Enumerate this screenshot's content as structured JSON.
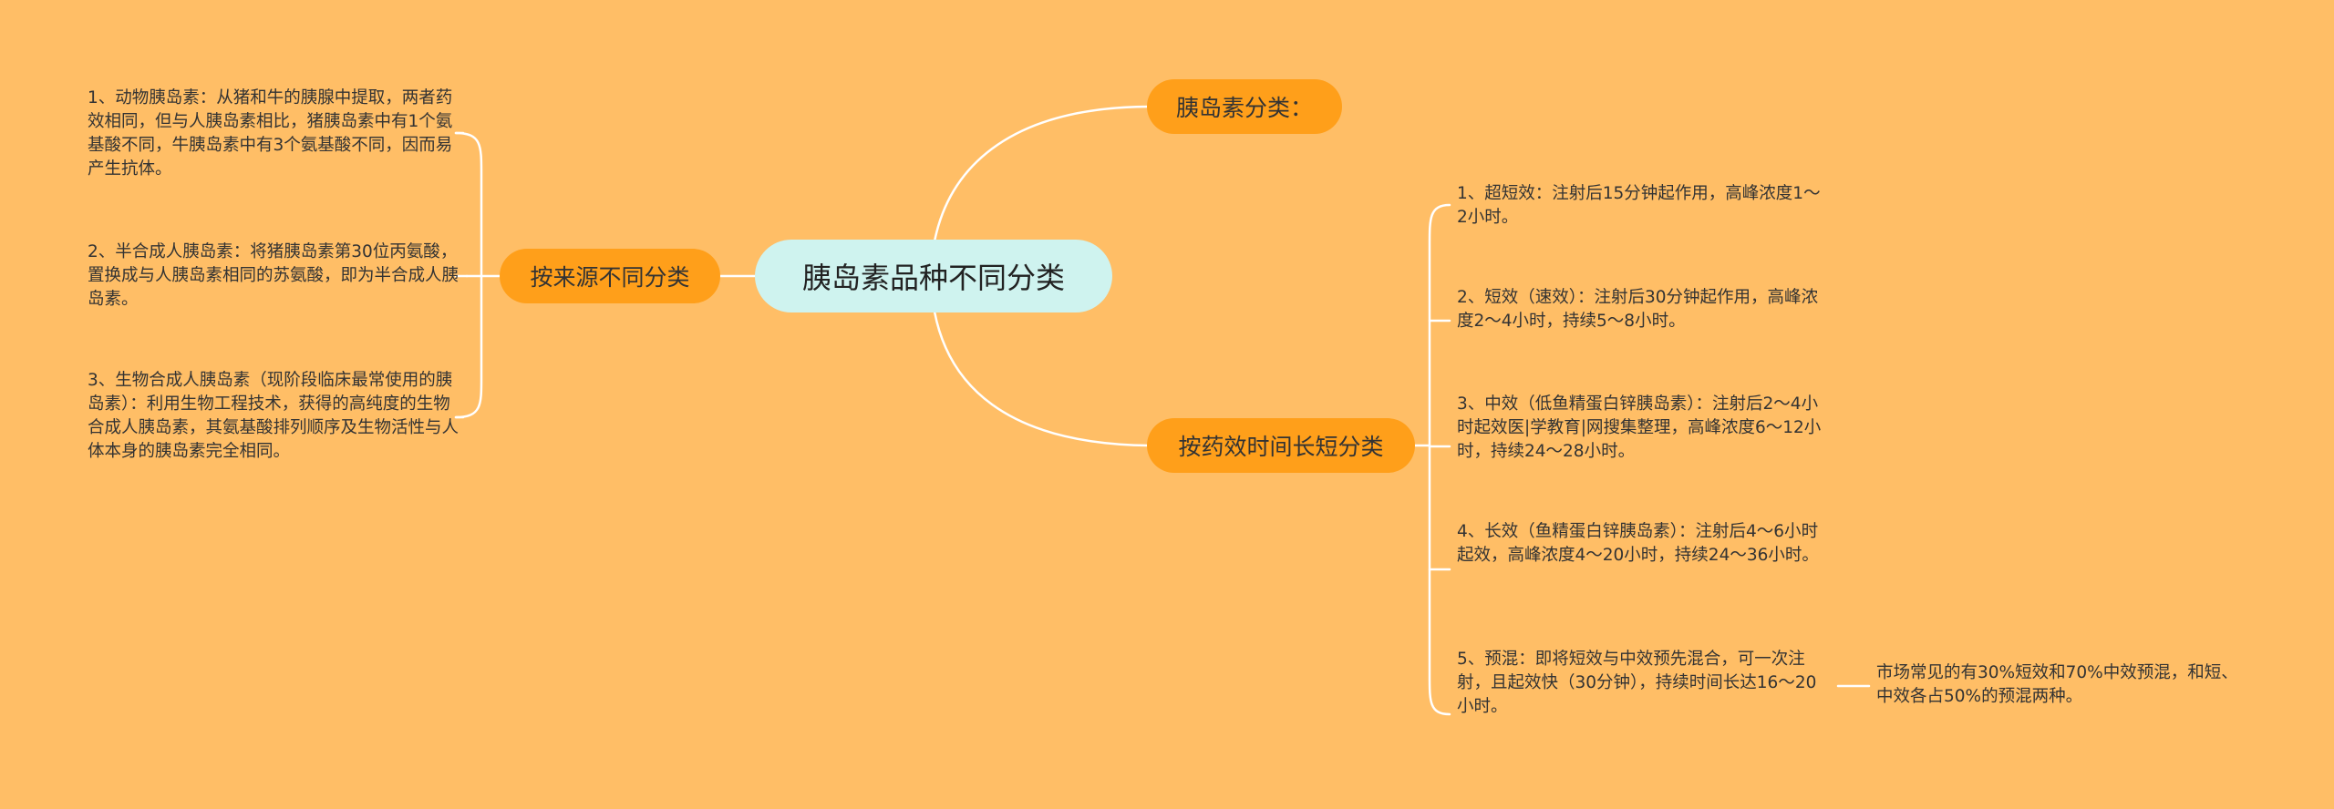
{
  "colors": {
    "background": "#FFBE66",
    "root_fill": "#CFF3EF",
    "branch_fill": "#FF9F1A",
    "line": "#FFFFFF"
  },
  "root": {
    "label": "胰岛素品种不同分类"
  },
  "branches": {
    "classification": {
      "label": "胰岛素分类："
    },
    "by_source": {
      "label": "按来源不同分类",
      "items": [
        "1、动物胰岛素：从猪和牛的胰腺中提取，两者药效相同，但与人胰岛素相比，猪胰岛素中有1个氨基酸不同，牛胰岛素中有3个氨基酸不同，因而易产生抗体。",
        "2、半合成人胰岛素：将猪胰岛素第30位丙氨酸，置换成与人胰岛素相同的苏氨酸，即为半合成人胰岛素。",
        "3、生物合成人胰岛素（现阶段临床最常使用的胰岛素）：利用生物工程技术，获得的高纯度的生物合成人胰岛素，其氨基酸排列顺序及生物活性与人体本身的胰岛素完全相同。"
      ]
    },
    "by_duration": {
      "label": "按药效时间长短分类",
      "items": [
        "1、超短效：注射后15分钟起作用，高峰浓度1～2小时。",
        "2、短效（速效）：注射后30分钟起作用，高峰浓度2～4小时，持续5～8小时。",
        "3、中效（低鱼精蛋白锌胰岛素）：注射后2～4小时起效医|学教育|网搜集整理，高峰浓度6～12小时，持续24～28小时。",
        "4、长效（鱼精蛋白锌胰岛素）：注射后4～6小时起效，高峰浓度4～20小时，持续24～36小时。",
        "5、预混：即将短效与中效预先混合，可一次注射，且起效快（30分钟），持续时间长达16～20小时。"
      ],
      "premix_note": "市场常见的有30%短效和70%中效预混，和短、中效各占50%的预混两种。"
    }
  }
}
